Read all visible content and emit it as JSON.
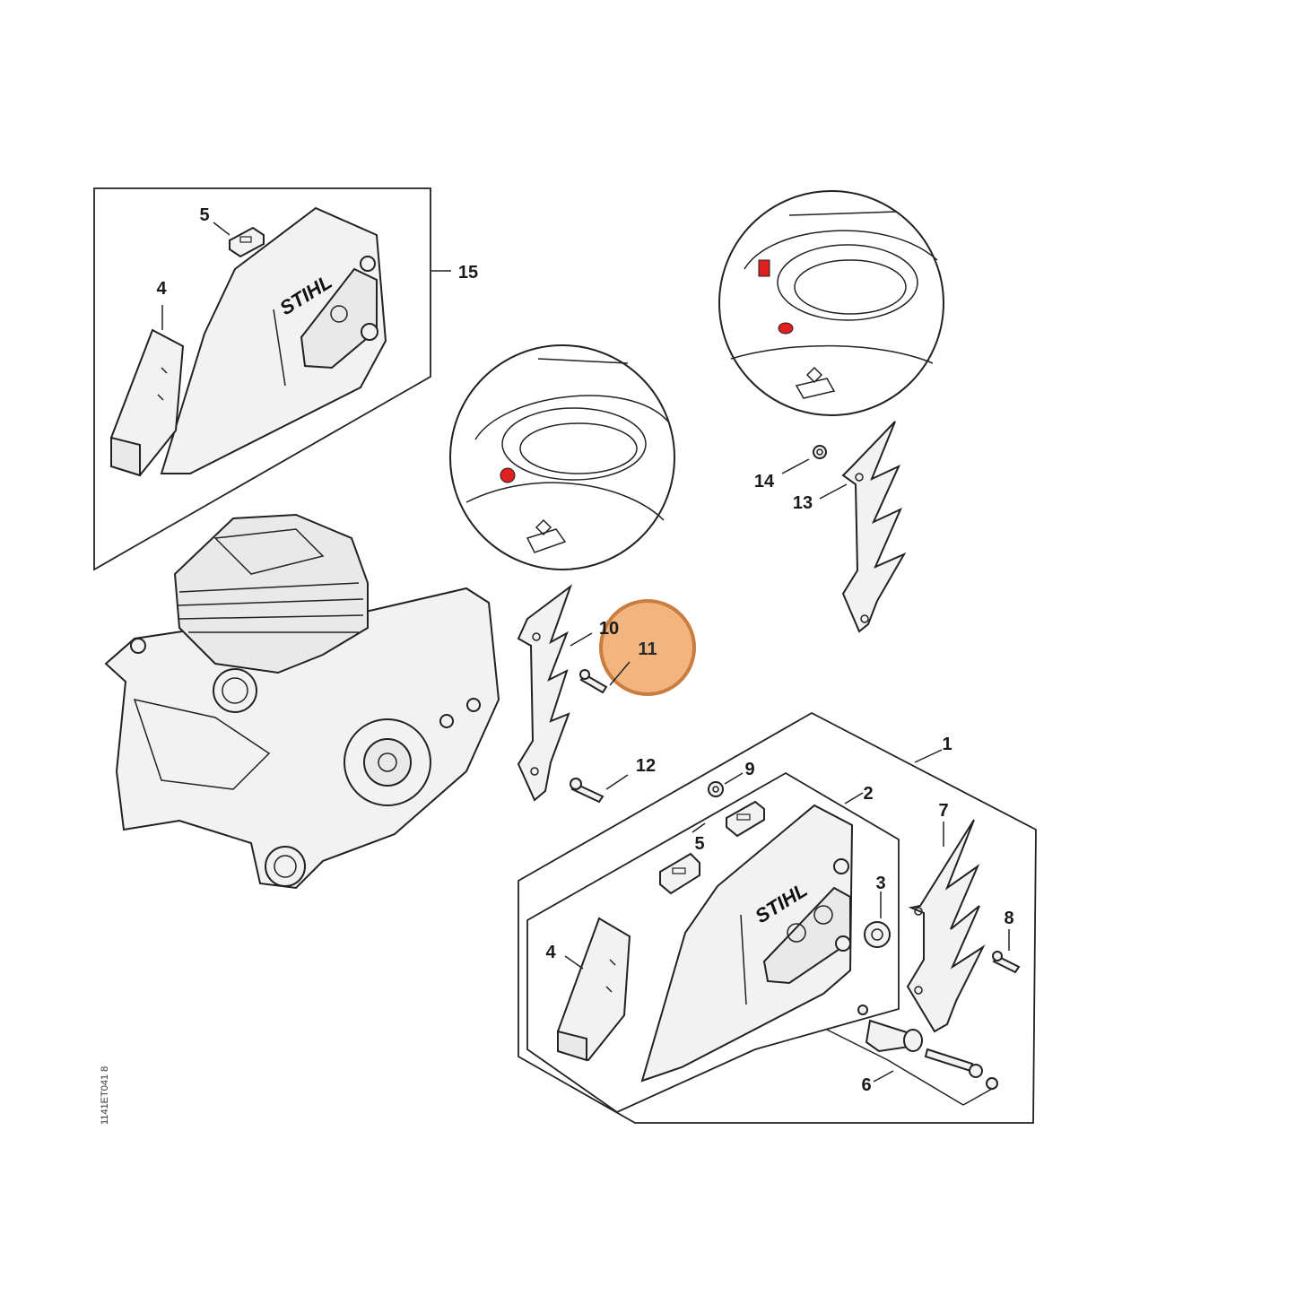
{
  "diagram": {
    "brand_text": "STIHL",
    "side_code": "1141ET041 8",
    "highlight": {
      "part": "11",
      "color": "#f0a868"
    },
    "accent_marker_color": "#e02020",
    "callouts": {
      "c1": "1",
      "c2": "2",
      "c3": "3",
      "c4a": "4",
      "c4b": "4",
      "c5a": "5",
      "c5b": "5",
      "c6": "6",
      "c7": "7",
      "c8": "8",
      "c9": "9",
      "c10": "10",
      "c11": "11",
      "c12": "12",
      "c13": "13",
      "c14": "14",
      "c15": "15"
    }
  }
}
